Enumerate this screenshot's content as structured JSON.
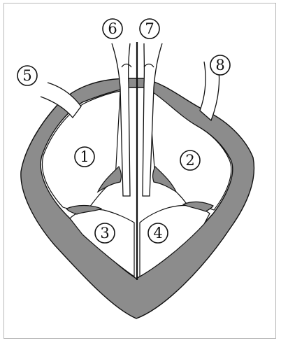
{
  "colors": {
    "muscle": "#8c8c8c",
    "outline": "#111111",
    "background": "#ffffff",
    "frame": "#b8b8b8"
  },
  "labels": {
    "label_1": "1",
    "label_2": "2",
    "label_3": "3",
    "label_4": "4",
    "label_5": "5",
    "label_6": "6",
    "label_7": "7",
    "label_8": "8"
  }
}
